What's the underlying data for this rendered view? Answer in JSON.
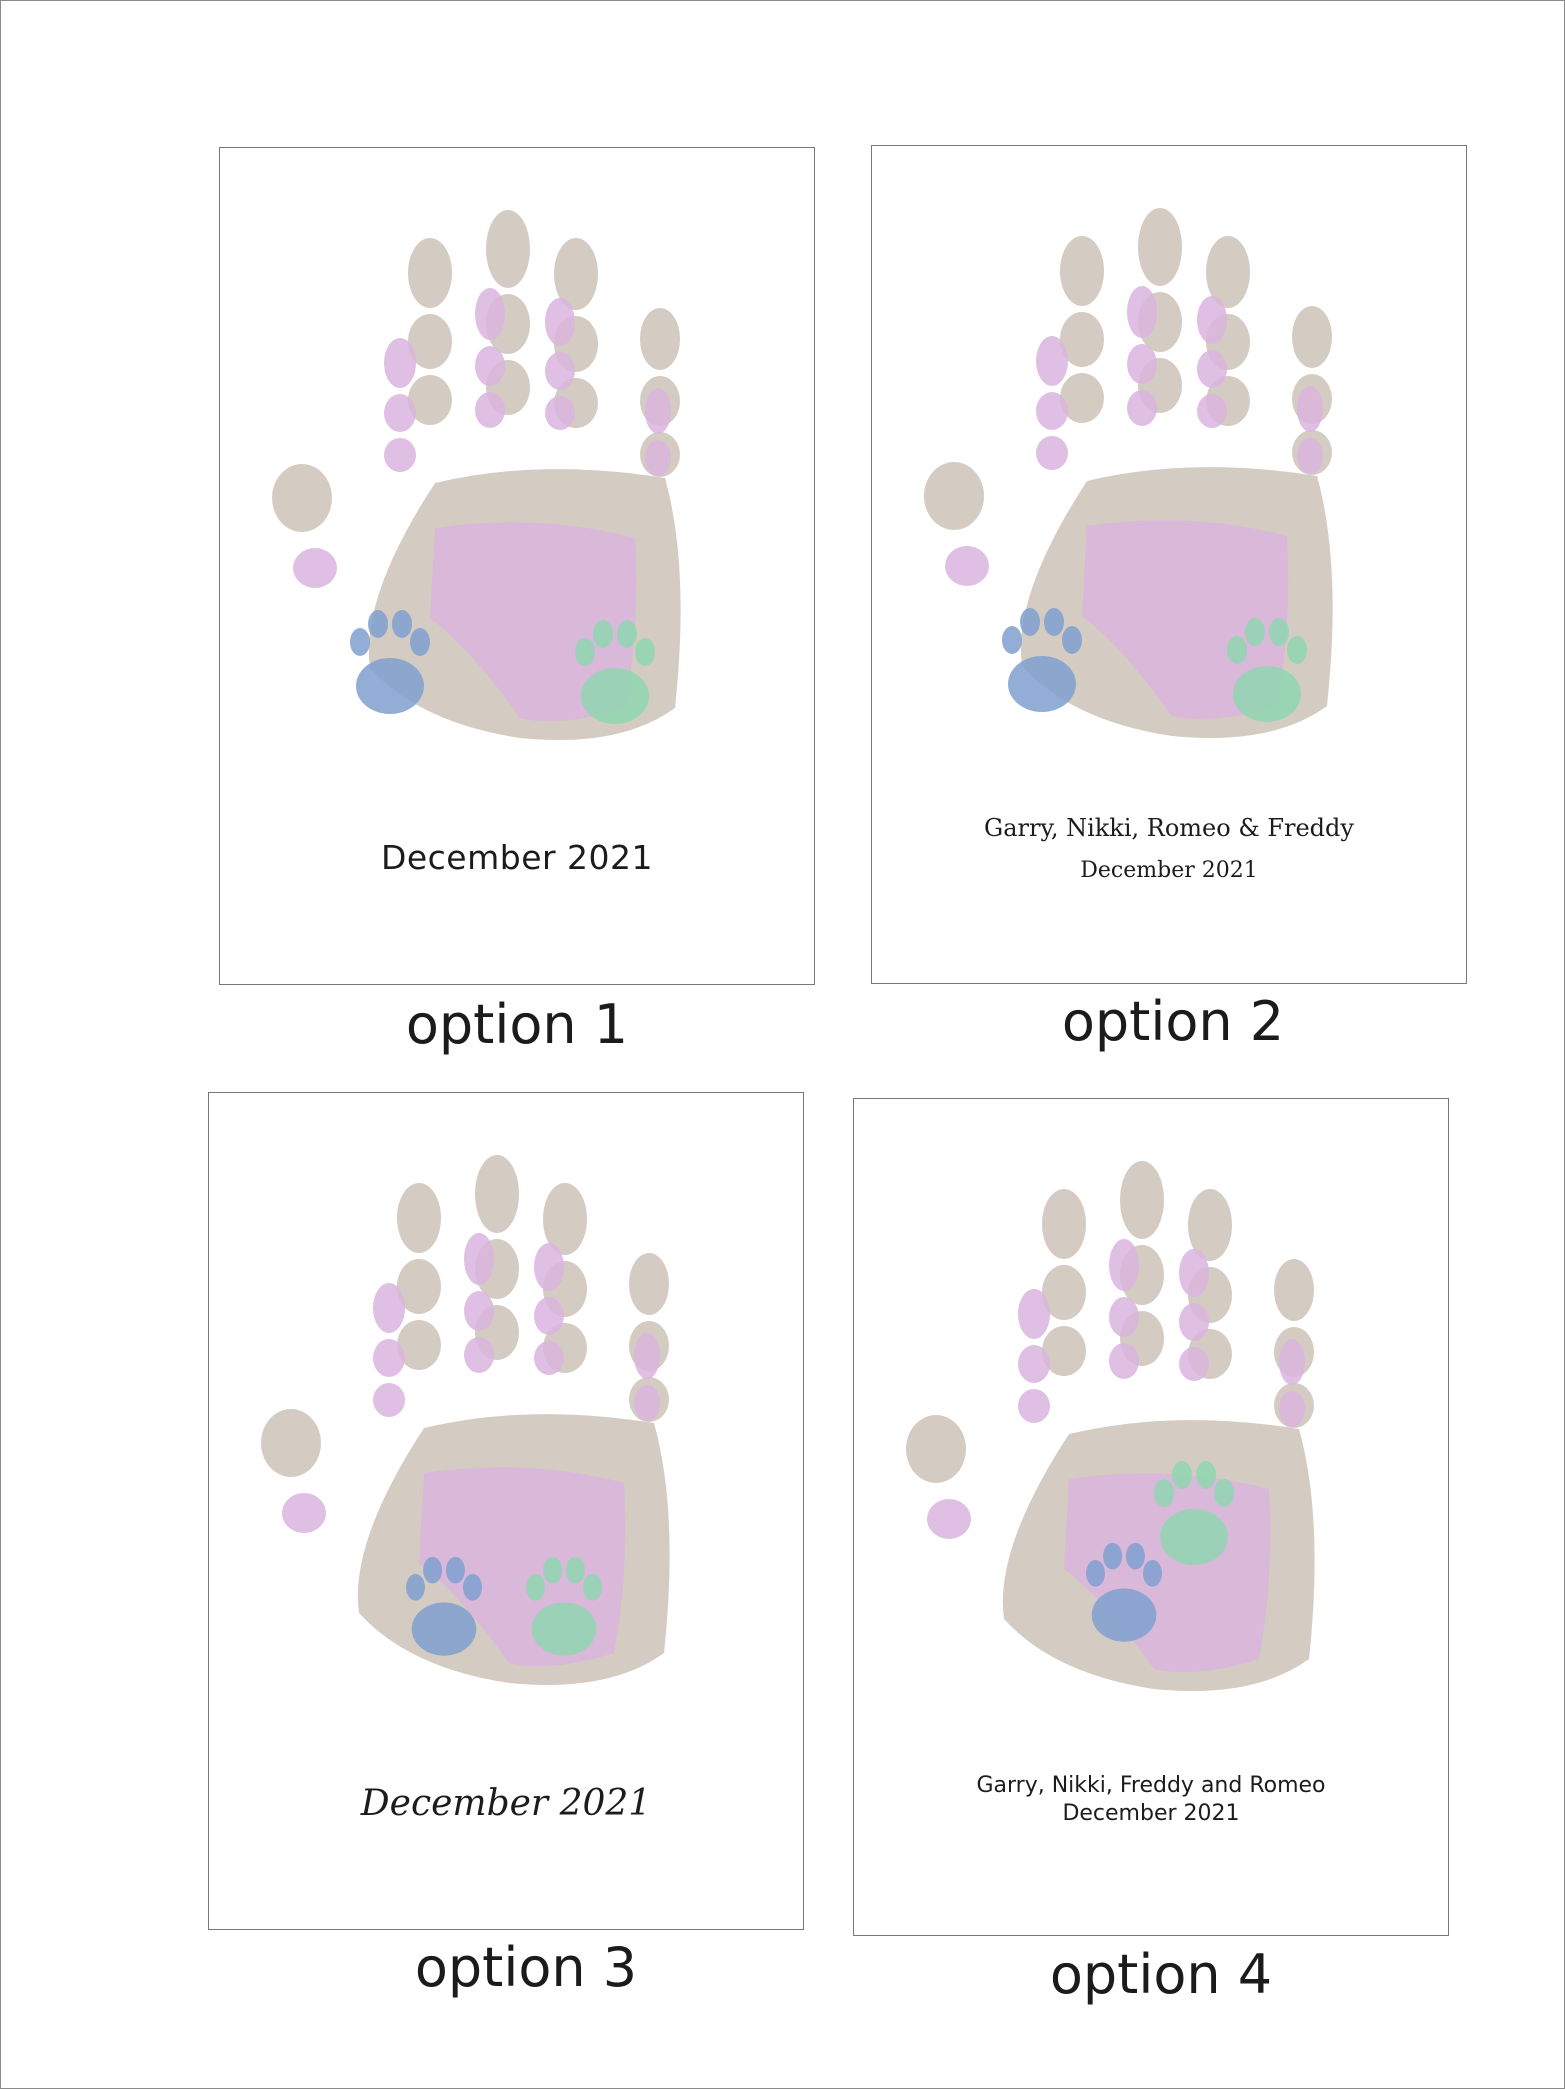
{
  "colors": {
    "adult_hand": "#cfc6bb",
    "child_hand": "#d9b4de",
    "paw_blue": "#7f9fcf",
    "paw_green": "#8fd6b0",
    "text": "#1c1c1c",
    "border": "#777777"
  },
  "options": [
    {
      "caption": "option 1",
      "names": "",
      "date": "December 2021"
    },
    {
      "caption": "option 2",
      "names": "Garry, Nikki, Romeo & Freddy",
      "date": "December 2021"
    },
    {
      "caption": "option 3",
      "names": "",
      "date": "December 2021"
    },
    {
      "caption": "option 4",
      "names": "Garry, Nikki, Freddy and Romeo",
      "date": "December 2021"
    }
  ]
}
